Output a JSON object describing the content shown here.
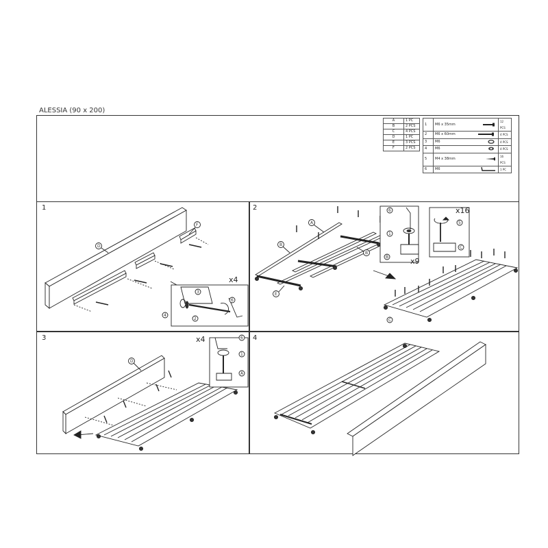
{
  "document": {
    "title": "ALESSIA (90 x 200)"
  },
  "parts": [
    {
      "letter": "A",
      "qty": "1 PC"
    },
    {
      "letter": "B",
      "qty": "2 PCS"
    },
    {
      "letter": "C",
      "qty": "4 PCS"
    },
    {
      "letter": "D",
      "qty": "1 PC"
    },
    {
      "letter": "E",
      "qty": "3 PCS"
    },
    {
      "letter": "F",
      "qty": "2 PCS"
    }
  ],
  "hardware": [
    {
      "num": "1",
      "desc": "M6 x 35mm",
      "icon": "bolt-icon",
      "qty": "12 PCS"
    },
    {
      "num": "2",
      "desc": "M6 x 60mm",
      "icon": "long-bolt-icon",
      "qty": "4 PCS"
    },
    {
      "num": "3",
      "desc": "M6",
      "icon": "washer-icon",
      "qty": "4 PCS"
    },
    {
      "num": "4",
      "desc": "M6",
      "icon": "nut-icon",
      "qty": "4 PCS"
    },
    {
      "num": "5",
      "desc": "M4 x 38mm",
      "icon": "screw-icon",
      "qty": "16 PCS"
    },
    {
      "num": "6",
      "desc": "M6",
      "icon": "allen-key-icon",
      "qty": "1 PC"
    }
  ],
  "steps": [
    {
      "num": "1",
      "multiplier": "x4",
      "labels": [
        "D",
        "F",
        "3",
        "4",
        "2",
        "6"
      ]
    },
    {
      "num": "2",
      "multiplier_a": "x9",
      "multiplier_b": "x16",
      "labels": [
        "A",
        "B",
        "B",
        "E",
        "6",
        "1",
        "B",
        "5",
        "C",
        "C"
      ]
    },
    {
      "num": "3",
      "multiplier": "x4",
      "labels": [
        "D",
        "6",
        "1",
        "A"
      ]
    },
    {
      "num": "4"
    }
  ]
}
